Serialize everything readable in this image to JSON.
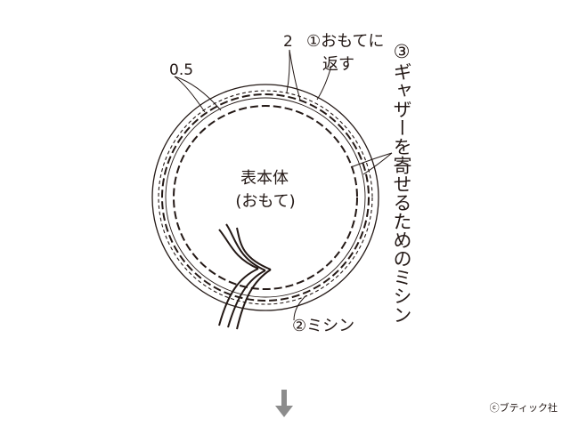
{
  "labels": {
    "body_title": "表本体",
    "body_subtitle": "(おもて)",
    "seam_width_small": "0.5",
    "seam_width_large": "2",
    "step1_line1": "①おもてに",
    "step1_line2": "返す",
    "step2": "②ミシン",
    "step3": "③ギャザーを寄せるためのミシン"
  },
  "credit": "ⓒブティック社",
  "icons": {
    "next_step": "down-arrow-icon"
  },
  "colors": {
    "ink": "#231815",
    "arrow": "#8c8c8c",
    "background": "#ffffff"
  }
}
